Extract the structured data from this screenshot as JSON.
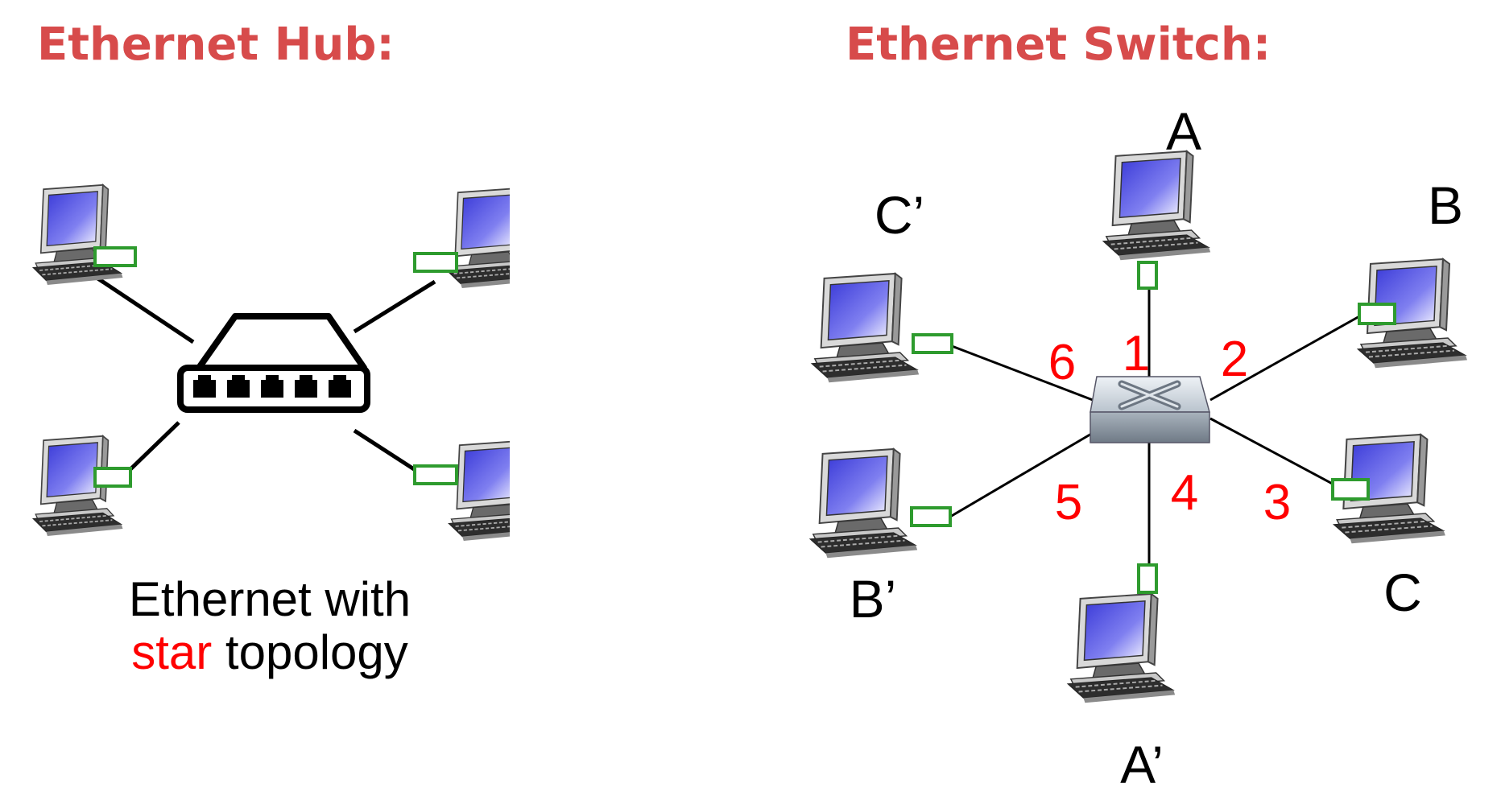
{
  "colors": {
    "heading": "#D74B4B",
    "accent_red": "#FF0000",
    "nic_green": "#2E9B2E",
    "screen_blue": "#4A4ADC",
    "text": "#000000"
  },
  "hub": {
    "heading": "Ethernet Hub:",
    "caption_line1": "Ethernet with",
    "caption_star": "star",
    "caption_rest": " topology",
    "hosts": [
      "host",
      "host",
      "host",
      "host"
    ],
    "device_icon": "ethernet-hub-icon"
  },
  "switch": {
    "heading": "Ethernet Switch:",
    "device_icon": "ethernet-switch-icon",
    "host_labels": {
      "A": "A",
      "B": "B",
      "C": "C",
      "A_prime": "A’",
      "B_prime": "B’",
      "C_prime": "C’"
    },
    "port_numbers": {
      "p1": "1",
      "p2": "2",
      "p3": "3",
      "p4": "4",
      "p5": "5",
      "p6": "6"
    }
  }
}
